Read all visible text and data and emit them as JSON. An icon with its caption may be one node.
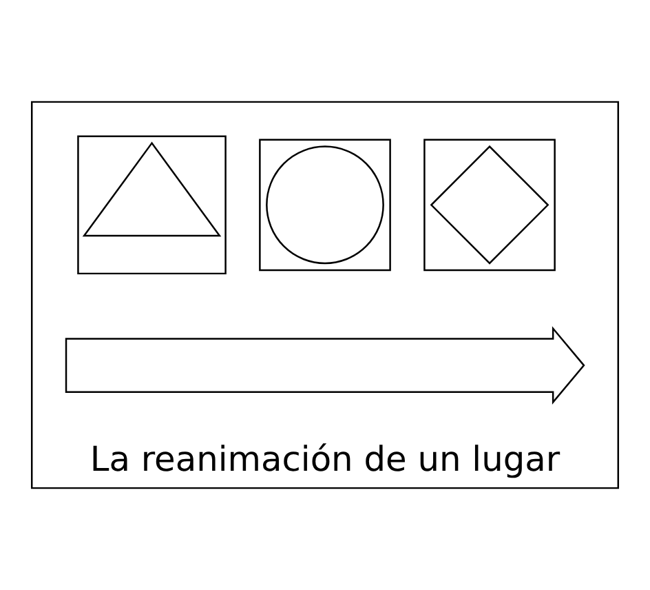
{
  "diagram": {
    "nodes": [
      {
        "text": [
          "La reanimación de un lugar"
        ]
      },
      {
        "text": [],
        "shape": "box",
        "in": 0
      },
      {
        "text": [],
        "shape": "diamond",
        "in": 1
      },
      {
        "text": [],
        "shape": "box",
        "in": 0
      },
      {
        "text": [],
        "shape": "circle",
        "in": 3
      },
      {
        "text": [],
        "shape": "box",
        "in": 0
      },
      {
        "text": [],
        "shape": "triangle",
        "in": 5
      },
      {
        "text": [],
        "shape": "arrow",
        "in": 0
      }
    ],
    "edges": []
  }
}
